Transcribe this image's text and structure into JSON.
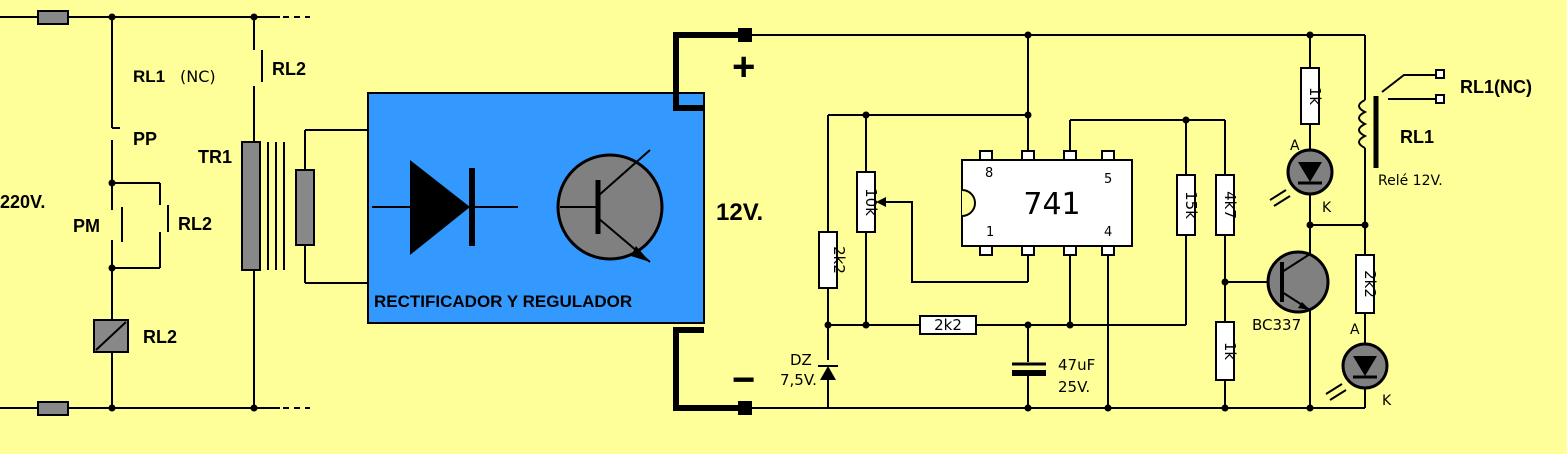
{
  "colors": {
    "background": "#FFFF99",
    "regulator_block": "#3399FF",
    "transistor_fill": "#808080",
    "component_fill": "#FFFFFF",
    "wire": "#000000"
  },
  "mains": {
    "voltage_label": "220V.",
    "relay_nc_label": "RL1",
    "relay_nc_suffix": "(NC)",
    "pp_label": "PP",
    "pm_label": "PM",
    "rl2_contact_label_a": "RL2",
    "rl2_contact_label_b": "RL2",
    "rl2_coil_label": "RL2",
    "transformer_label": "TR1"
  },
  "regulator": {
    "label": "RECTIFICADOR Y REGULADOR",
    "output_label": "12V.",
    "plus_sign": "+",
    "minus_sign": "−"
  },
  "circuit": {
    "ic_label": "741",
    "ic_pin8": "8",
    "ic_pin5": "5",
    "ic_pin1": "1",
    "ic_pin4": "4",
    "pot_label": "10k",
    "r_2k2_left": "2k2",
    "r_2k2_horizontal": "2k2",
    "r_15k": "15k",
    "r_4k7": "4k7",
    "r_1k_bottom": "1k",
    "r_1k_top": "1k",
    "r_2k2_right": "2k2",
    "zener_label": "DZ",
    "zener_value": "7,5V.",
    "cap_value": "47uF",
    "cap_voltage": "25V.",
    "transistor_label": "BC337",
    "led_anode_a": "A",
    "led_cathode_a": "K",
    "led_anode_b": "A",
    "led_cathode_b": "K",
    "relay_contact_label": "RL1(NC)",
    "relay_coil_label": "RL1",
    "relay_desc": "Relé 12V."
  }
}
